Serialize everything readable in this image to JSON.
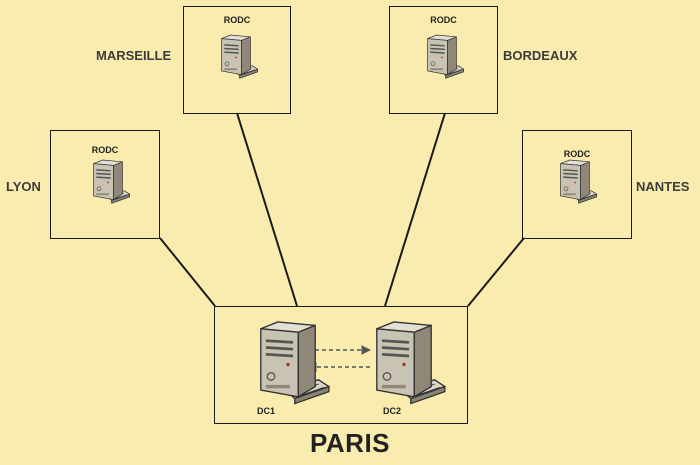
{
  "hub": {
    "name": "PARIS",
    "servers": [
      {
        "label": "DC1",
        "icon": "server-icon"
      },
      {
        "label": "DC2",
        "icon": "server-icon"
      }
    ],
    "replication_icon": "bidirectional-dashed-arrows"
  },
  "sites": [
    {
      "name": "LYON",
      "role": "RODC",
      "icon": "server-icon"
    },
    {
      "name": "MARSEILLE",
      "role": "RODC",
      "icon": "server-icon"
    },
    {
      "name": "BORDEAUX",
      "role": "RODC",
      "icon": "server-icon"
    },
    {
      "name": "NANTES",
      "role": "RODC",
      "icon": "server-icon"
    }
  ],
  "colors": {
    "background": "#f9ecae",
    "line": "#1a1a1a",
    "server_body": "#c9c3b3",
    "arrow": "#555555"
  }
}
